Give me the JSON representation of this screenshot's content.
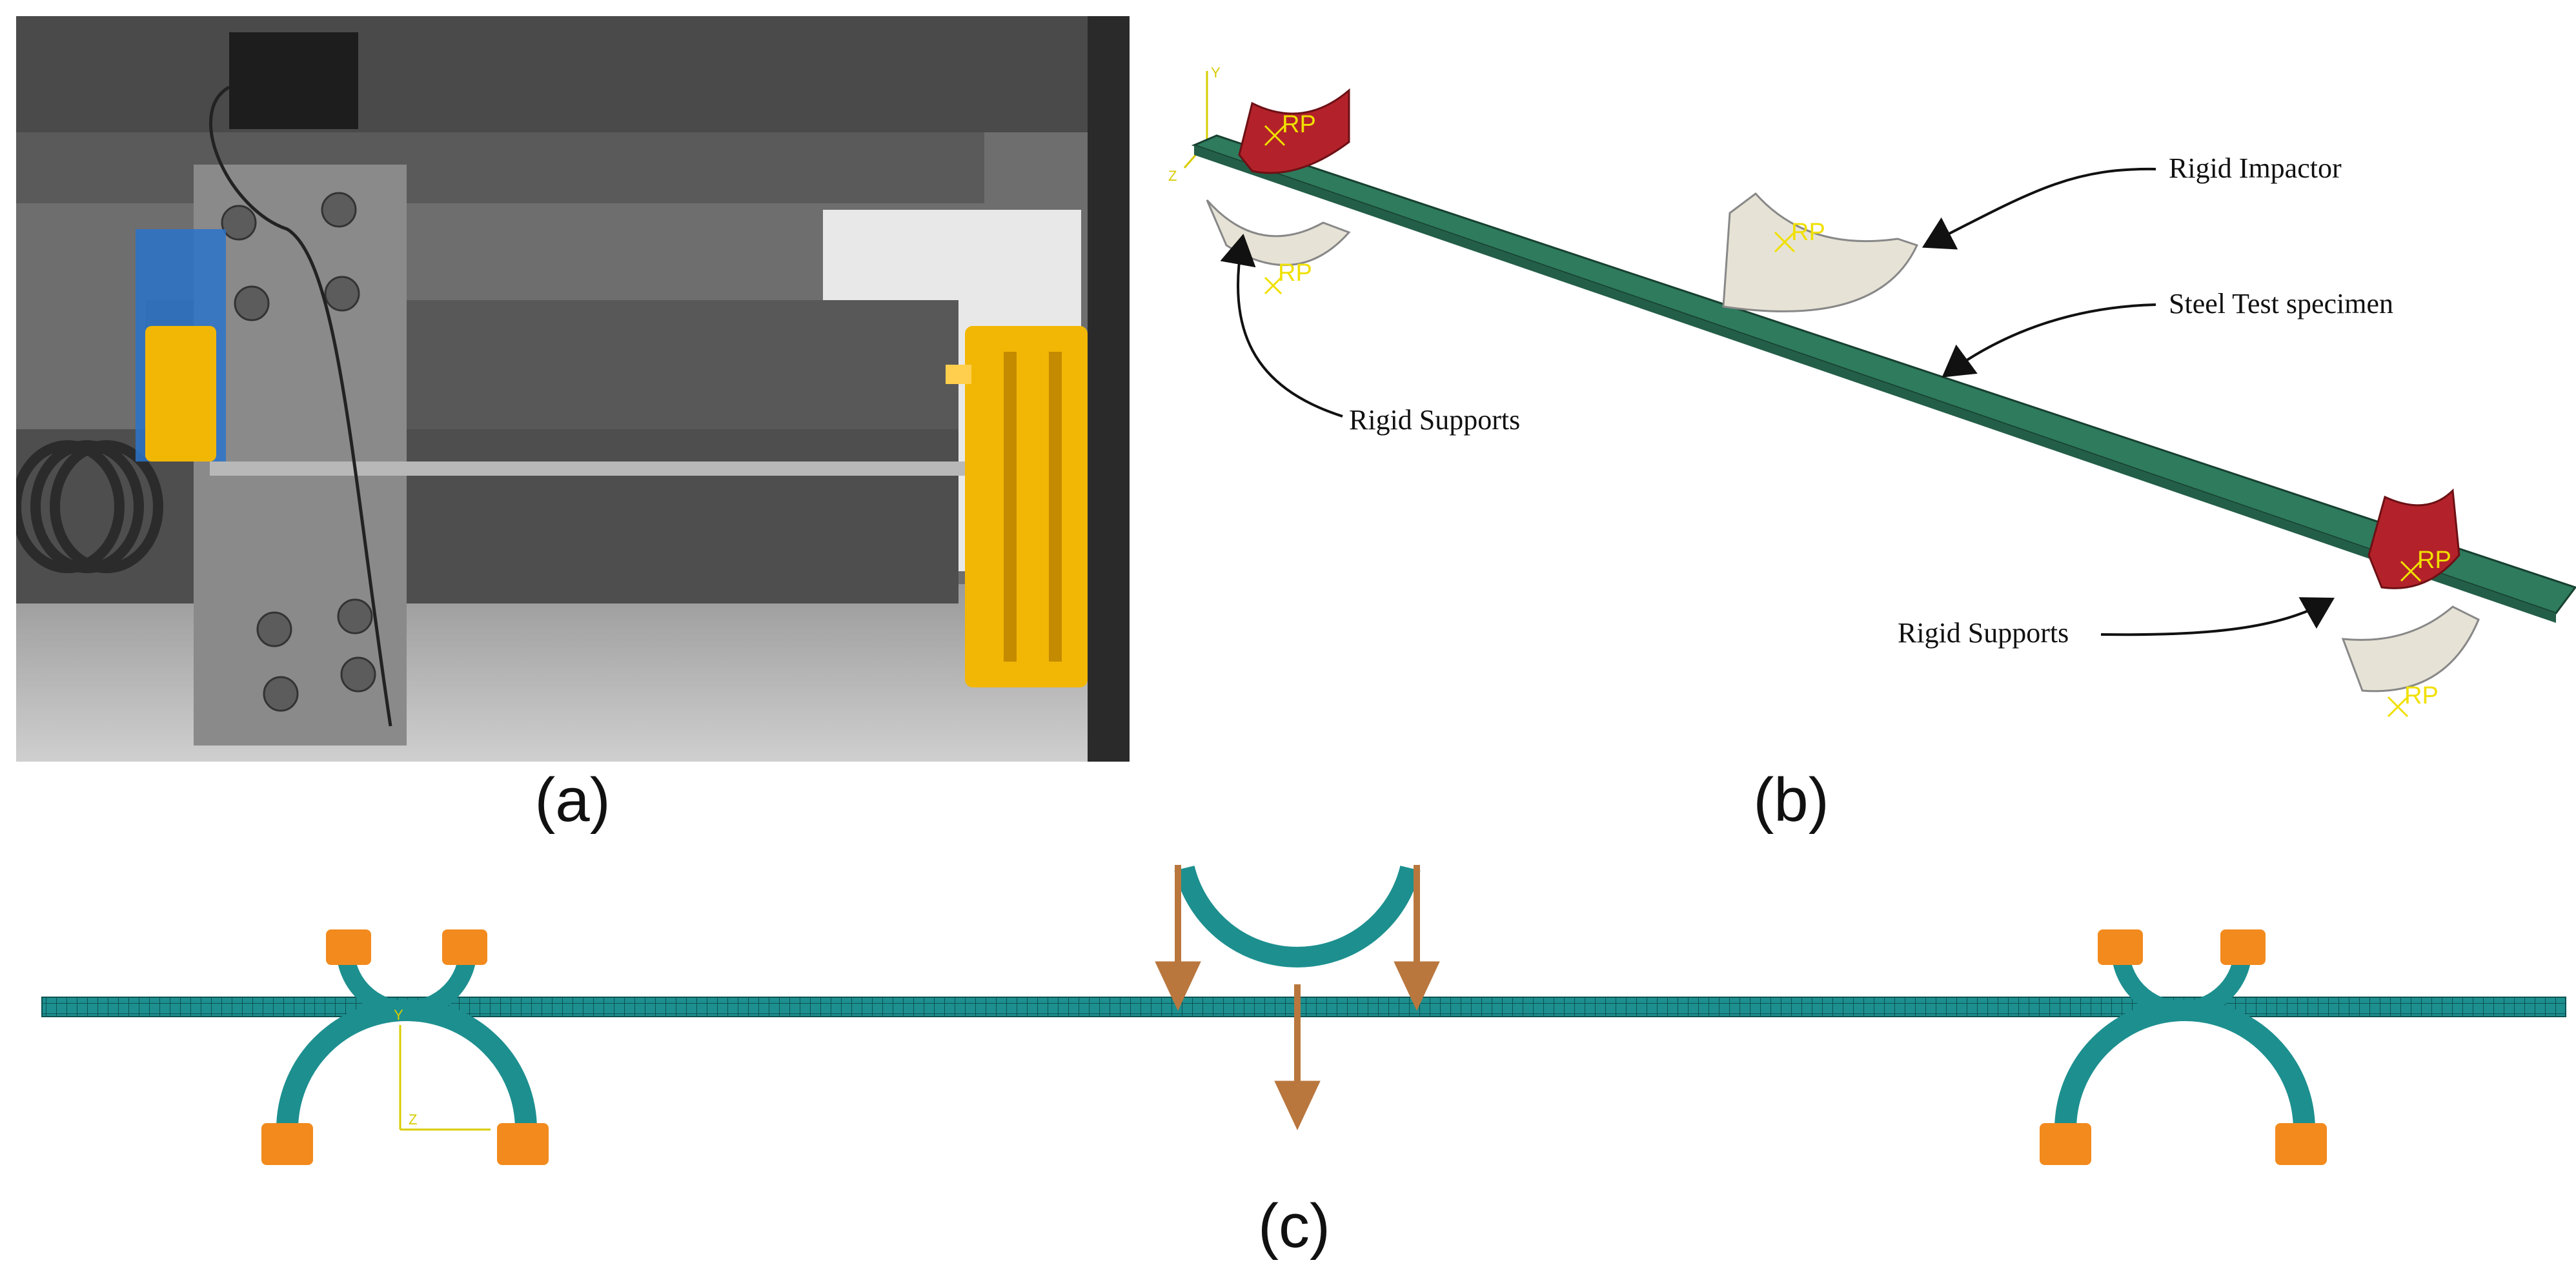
{
  "panels": {
    "a": {
      "caption": "(a)"
    },
    "b": {
      "caption": "(b)",
      "labels": {
        "rigid_impactor": "Rigid Impactor",
        "steel_specimen": "Steel Test specimen",
        "rigid_supports_left": "Rigid Supports",
        "rigid_supports_right": "Rigid Supports"
      },
      "rp_label": "RP",
      "axis": {
        "y": "Y",
        "z": "Z"
      }
    },
    "c": {
      "caption": "(c)",
      "axis": {
        "y": "Y",
        "z": "Z"
      }
    }
  },
  "colors": {
    "specimen": "#2e7b5e",
    "support_red": "#b3222a",
    "support_grey": "#e6e3d6",
    "mesh": "#1d8f8f",
    "constraint": "#f28a1e",
    "load_arrow": "#b9773e",
    "photo_yellow": "#f2b705",
    "photo_blue": "#2a73c9"
  }
}
